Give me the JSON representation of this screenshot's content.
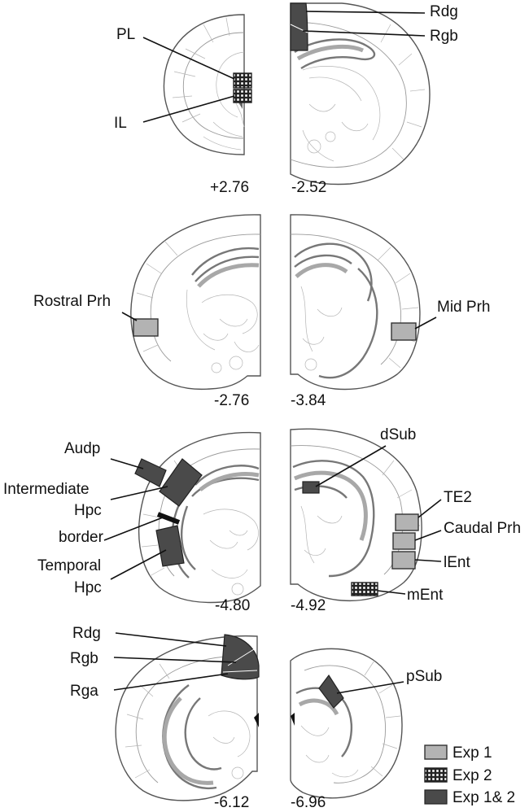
{
  "sections": [
    {
      "id": "s1",
      "coordinate": "+2.76",
      "labels": [
        "PL",
        "IL"
      ]
    },
    {
      "id": "s2",
      "coordinate": "-2.52",
      "labels": [
        "Rdg",
        "Rgb"
      ]
    },
    {
      "id": "s3",
      "coordinate": "-2.76",
      "labels": [
        "Rostral Prh"
      ]
    },
    {
      "id": "s4",
      "coordinate": "-3.84",
      "labels": [
        "Mid Prh"
      ]
    },
    {
      "id": "s5",
      "coordinate": "-4.80",
      "labels": [
        "Audp",
        "Intermediate",
        "Hpc",
        "border",
        "Temporal",
        "Hpc"
      ]
    },
    {
      "id": "s6",
      "coordinate": "-4.92",
      "labels": [
        "dSub",
        "TE2",
        "Caudal Prh",
        "lEnt",
        "mEnt"
      ]
    },
    {
      "id": "s7",
      "coordinate": "-6.12",
      "labels": [
        "Rdg",
        "Rgb",
        "Rga"
      ]
    },
    {
      "id": "s8",
      "coordinate": "-6.96",
      "labels": [
        "pSub"
      ]
    }
  ],
  "legend": [
    {
      "label": "Exp 1",
      "style": "light-gray-fill",
      "color": "#b3b3b3"
    },
    {
      "label": "Exp 2",
      "style": "grid-pattern",
      "color": "#222222"
    },
    {
      "label": "Exp 1& 2",
      "style": "dark-gray-fill",
      "color": "#4a4a4a"
    }
  ]
}
